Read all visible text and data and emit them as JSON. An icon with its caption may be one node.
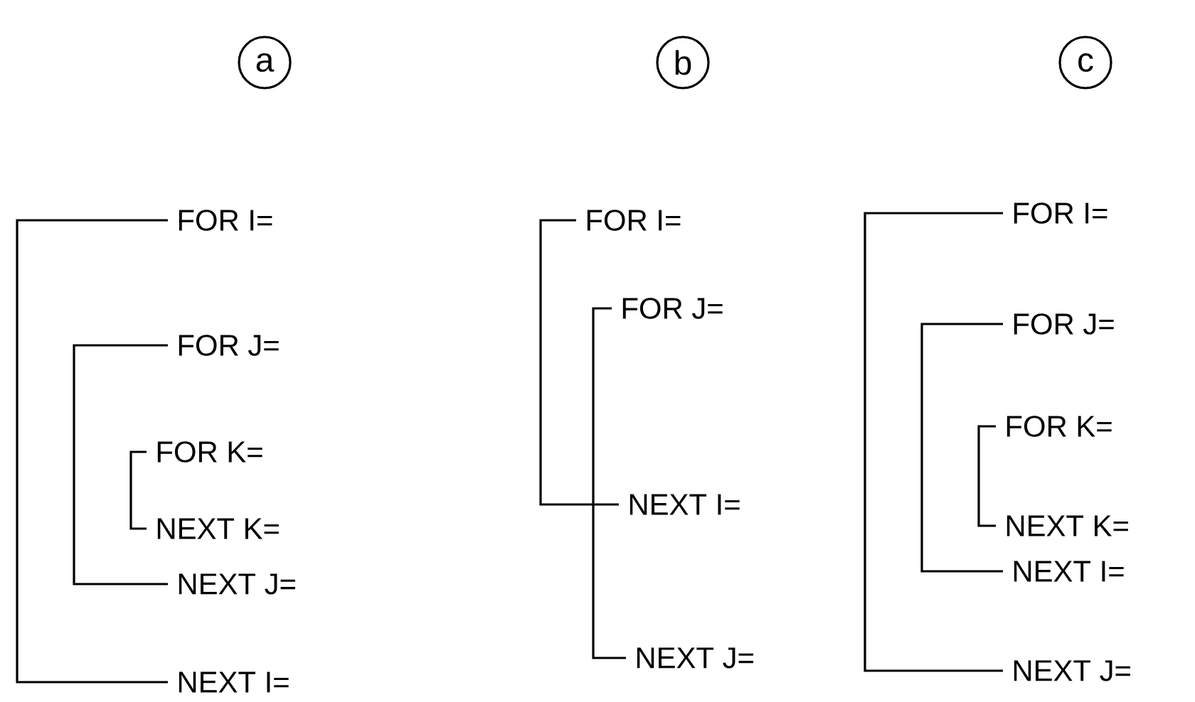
{
  "diagram": {
    "nodes": [
      {
        "text": [
          "a"
        ]
      },
      {
        "text": [
          "FOR I="
        ]
      },
      {
        "text": [
          "FOR J="
        ]
      },
      {
        "text": [
          "FOR K="
        ]
      },
      {
        "text": [
          "NEXT K="
        ]
      },
      {
        "text": [
          "NEXT J="
        ]
      },
      {
        "text": [
          "NEXT I="
        ]
      },
      {
        "text": [
          "b"
        ]
      },
      {
        "text": [
          "FOR I="
        ]
      },
      {
        "text": [
          "FOR J="
        ]
      },
      {
        "text": [
          "NEXT I="
        ]
      },
      {
        "text": [
          "NEXT J="
        ]
      },
      {
        "text": [
          "c"
        ]
      },
      {
        "text": [
          "FOR I="
        ]
      },
      {
        "text": [
          "FOR J="
        ]
      },
      {
        "text": [
          "FOR K="
        ]
      },
      {
        "text": [
          "NEXT K="
        ]
      },
      {
        "text": [
          "NEXT I="
        ]
      },
      {
        "text": [
          "NEXT J="
        ]
      }
    ],
    "edges": [
      {
        "from": 1,
        "to": 6,
        "arrow": "none"
      },
      {
        "from": 2,
        "to": 5,
        "arrow": "none"
      },
      {
        "from": 3,
        "to": 4,
        "arrow": "none"
      },
      {
        "from": 8,
        "to": 10,
        "arrow": "none"
      },
      {
        "from": 9,
        "to": 11,
        "arrow": "none"
      },
      {
        "from": 13,
        "to": 18,
        "arrow": "none"
      },
      {
        "from": 14,
        "to": 17,
        "arrow": "none"
      },
      {
        "from": 15,
        "to": 16,
        "arrow": "none"
      }
    ]
  }
}
